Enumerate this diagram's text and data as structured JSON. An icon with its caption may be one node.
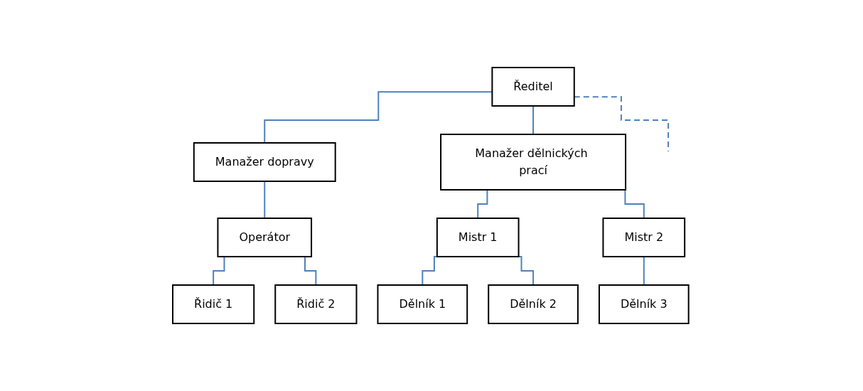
{
  "diagram": {
    "nodes": [
      {
        "text": [
          "Ředitel"
        ]
      },
      {
        "text": [
          "Manažer dopravy"
        ]
      },
      {
        "text": [
          "Manažer dělnických prací"
        ]
      },
      {
        "text": [
          "Operátor"
        ]
      },
      {
        "text": [
          "Mistr 1"
        ]
      },
      {
        "text": [
          "Mistr 2"
        ]
      },
      {
        "text": [
          "Řidič 1"
        ]
      },
      {
        "text": [
          "Řidič 2"
        ]
      },
      {
        "text": [
          "Dělník 1"
        ]
      },
      {
        "text": [
          "Dělník 2"
        ]
      },
      {
        "text": [
          "Dělník 3"
        ]
      }
    ],
    "edges": [
      {
        "from": 0,
        "to": 1,
        "arrow": "none"
      },
      {
        "from": 0,
        "to": 2,
        "arrow": "none"
      },
      {
        "from": 0,
        "to": null,
        "arrow": "none",
        "style": "dashed"
      },
      {
        "from": 1,
        "to": 3,
        "arrow": "none"
      },
      {
        "from": 2,
        "to": 4,
        "arrow": "none"
      },
      {
        "from": 2,
        "to": 5,
        "arrow": "none"
      },
      {
        "from": 3,
        "to": 6,
        "arrow": "none"
      },
      {
        "from": 3,
        "to": 7,
        "arrow": "none"
      },
      {
        "from": 4,
        "to": 8,
        "arrow": "none"
      },
      {
        "from": 4,
        "to": 9,
        "arrow": "none"
      },
      {
        "from": 5,
        "to": 10,
        "arrow": "none"
      }
    ]
  }
}
